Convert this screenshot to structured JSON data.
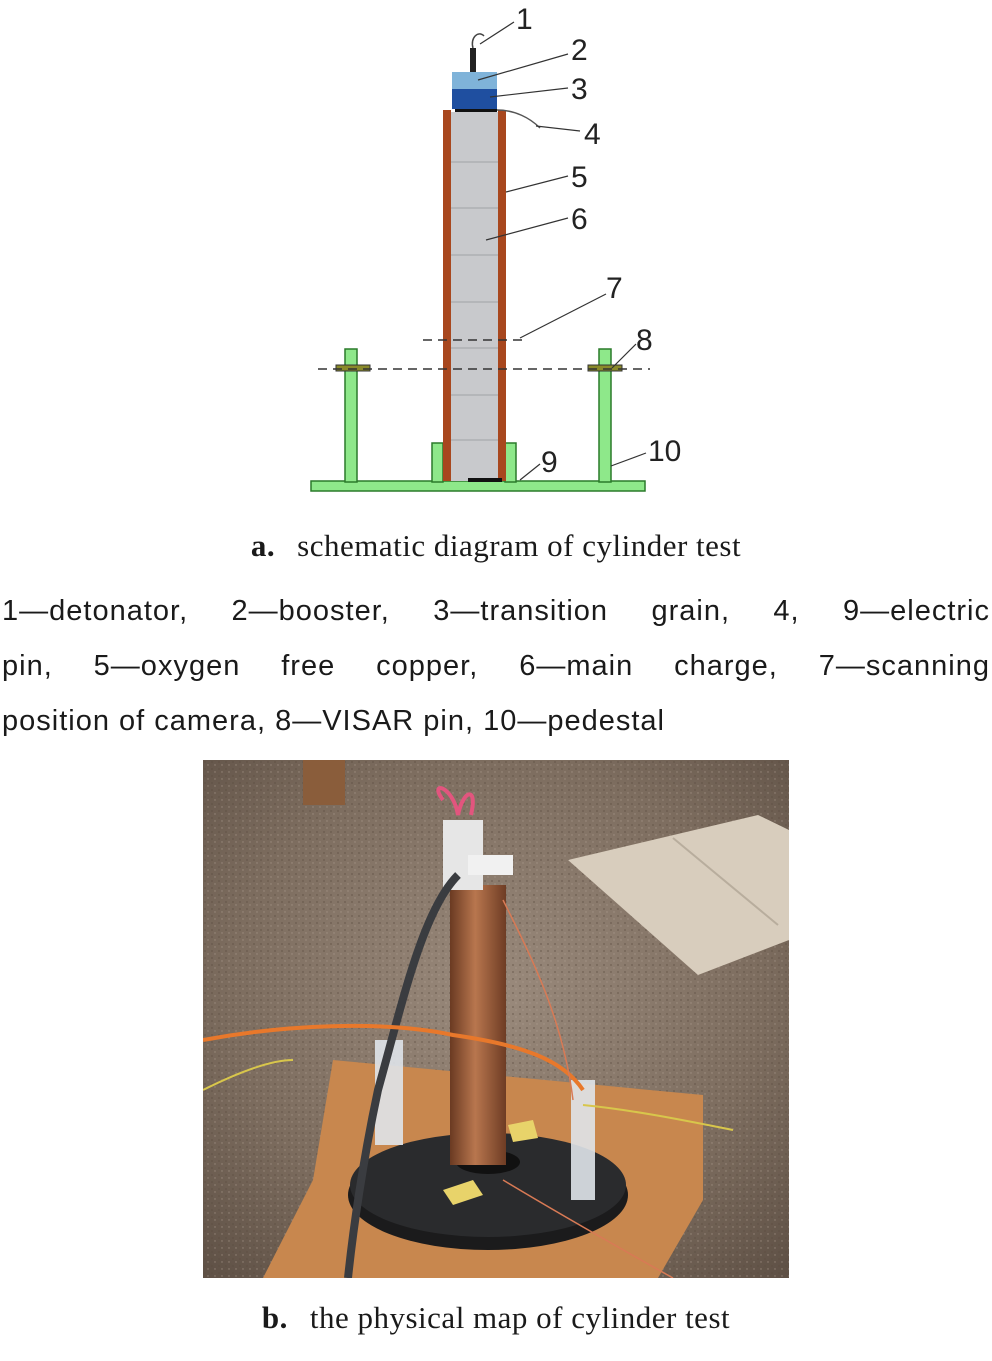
{
  "labels": [
    "1",
    "2",
    "3",
    "4",
    "5",
    "6",
    "7",
    "8",
    "9",
    "10"
  ],
  "caption_a": {
    "letter": "a.",
    "text": "schematic diagram of cylinder test"
  },
  "legend_lines": [
    "1—detonator, 2—booster, 3—transition grain, 4, 9—electric",
    "pin, 5—oxygen free copper, 6—main charge, 7—scanning",
    "position of camera, 8—VISAR pin, 10—pedestal"
  ],
  "caption_b": {
    "letter": "b.",
    "text": "the physical map of cylinder test"
  },
  "colors": {
    "pedestal": "#8ee88a",
    "copper": "#a8471e",
    "charge": "#c8c9cc",
    "booster": "#7fb3d9",
    "transition": "#1f4fa0"
  }
}
